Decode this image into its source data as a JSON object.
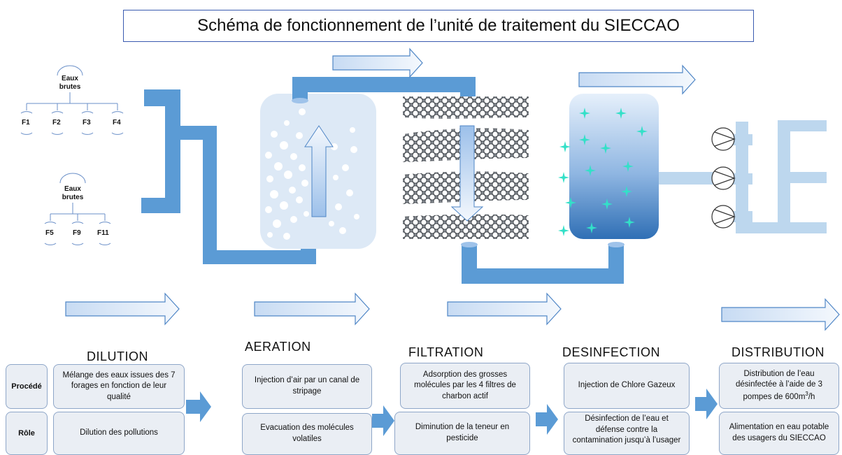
{
  "title": "Schéma de fonctionnement de l’unité de traitement du SIECCAO",
  "wells_group_1": {
    "label_line1": "Eaux",
    "label_line2": "brutes",
    "wells": [
      "F1",
      "F2",
      "F3",
      "F4"
    ]
  },
  "wells_group_2": {
    "label_line1": "Eaux",
    "label_line2": "brutes",
    "wells": [
      "F5",
      "F9",
      "F11"
    ]
  },
  "row_labels": {
    "procede": "Procédé",
    "role": "Rôle"
  },
  "stages": [
    {
      "name": "DILUTION",
      "procede": "Mélange des eaux issues des 7 forages en fonction de leur qualité",
      "role": "Dilution des pollutions"
    },
    {
      "name": "AERATION",
      "procede": "Injection d’air par un canal de stripage",
      "role": "Evacuation des molécules volatiles"
    },
    {
      "name": "FILTRATION",
      "procede": "Adsorption des grosses molécules par les 4 filtres de charbon actif",
      "role": "Diminution de la teneur en pesticide"
    },
    {
      "name": "DESINFECTION",
      "procede": "Injection de Chlore Gazeux",
      "role": "Désinfection de l’eau et défense contre la contamination jusqu’à l’usager"
    },
    {
      "name": "DISTRIBUTION",
      "procede_part1": "Distribution de l’eau désinfectée à l’aide de 3 pompes de 600m",
      "procede_sup": "3",
      "procede_part2": "/h",
      "role": "Alimentation en eau potable des usagers du SIECCAO"
    }
  ],
  "colors": {
    "pipe": "#5b9bd5",
    "light_pipe": "#bdd7ee",
    "arrow_fill": "#dce8f7",
    "chlorine_star": "#33e0c8"
  }
}
